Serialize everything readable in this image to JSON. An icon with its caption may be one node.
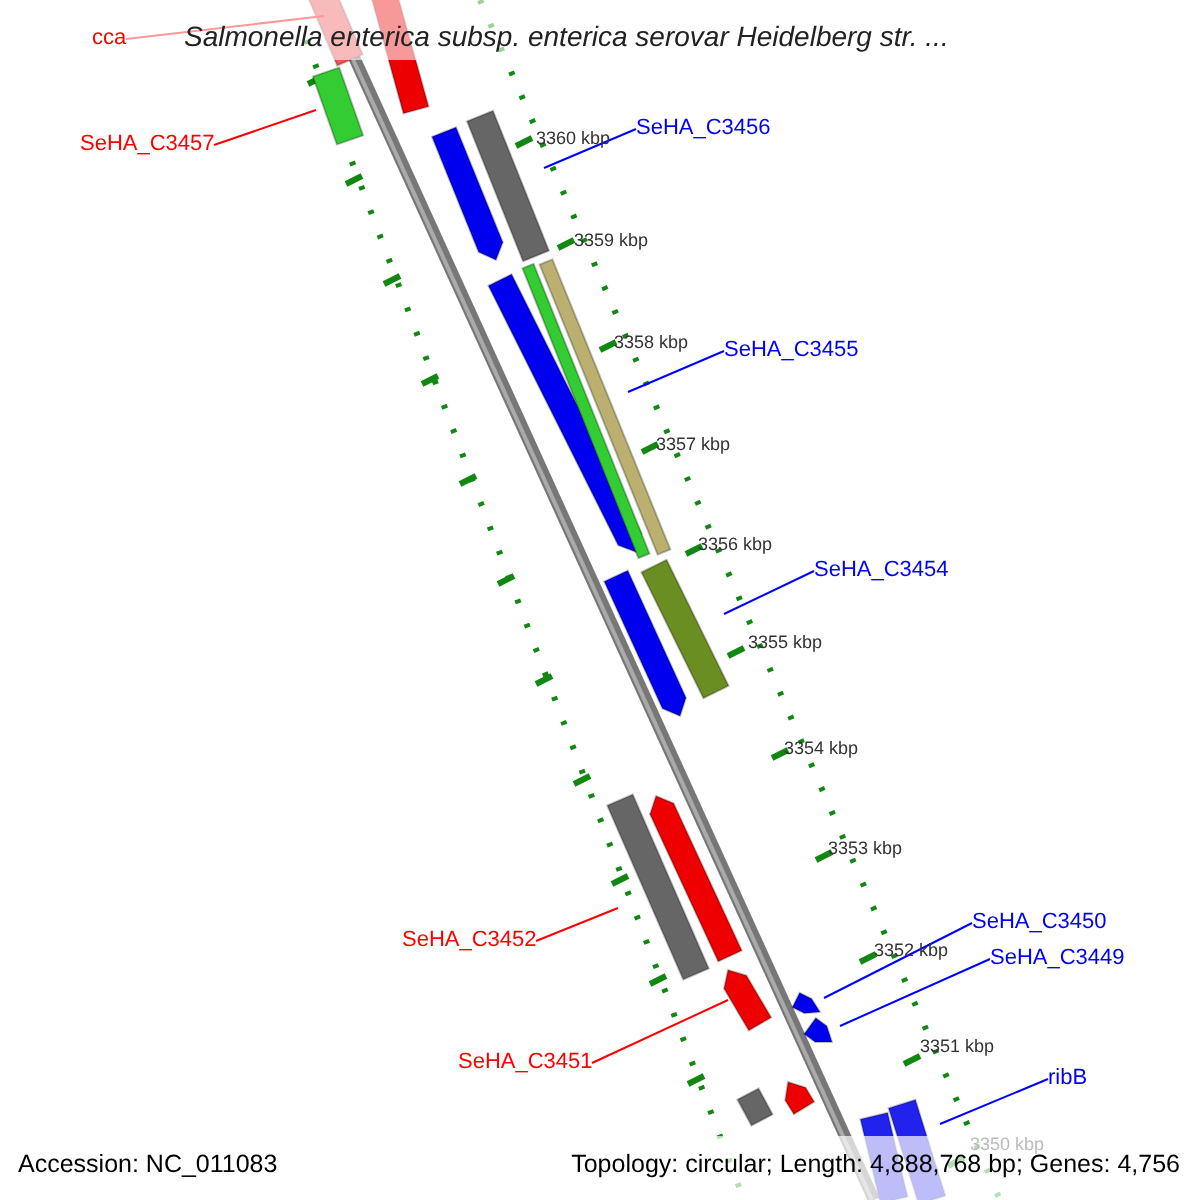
{
  "diagram": {
    "title": "Salmonella enterica subsp. enterica serovar Heidelberg str. ...",
    "nodes": [
      {
        "text": [
          "cca"
        ]
      },
      {
        "text": [
          "SeHA_C3457"
        ]
      },
      {
        "text": [
          "SeHA_C3456"
        ]
      },
      {
        "text": [
          "SeHA_C3455"
        ]
      },
      {
        "text": [
          "SeHA_C3454"
        ]
      },
      {
        "text": [
          "SeHA_C3452"
        ]
      },
      {
        "text": [
          "SeHA_C3451"
        ]
      },
      {
        "text": [
          "SeHA_C3450"
        ]
      },
      {
        "text": [
          "SeHA_C3449"
        ]
      },
      {
        "text": [
          "ribB"
        ]
      },
      {
        "text": [],
        "shape": "bar"
      },
      {
        "text": [],
        "shape": "bar"
      },
      {
        "text": [],
        "shape": "bar"
      },
      {
        "text": [],
        "shape": "bar"
      },
      {
        "text": [],
        "shape": "bar"
      },
      {
        "text": [],
        "shape": "bar"
      },
      {
        "text": [],
        "shape": "bar"
      },
      {
        "text": [],
        "shape": "bar"
      },
      {
        "text": [],
        "shape": "bar"
      },
      {
        "text": [],
        "shape": "bar"
      },
      {
        "text": [],
        "shape": "bar"
      },
      {
        "text": [],
        "shape": "bar"
      },
      {
        "text": [],
        "shape": "bar"
      },
      {
        "text": [],
        "shape": "bar"
      },
      {
        "text": [],
        "shape": "bar"
      },
      {
        "text": [],
        "shape": "bar"
      },
      {
        "text": [],
        "shape": "bar"
      },
      {
        "text": [],
        "shape": "bar"
      },
      {
        "text": [],
        "shape": "bar"
      }
    ],
    "edges": [
      {
        "from": 0,
        "to": 10,
        "arrow": "none",
        "color": "#ff0000"
      },
      {
        "from": 1,
        "to": 11,
        "arrow": "none",
        "color": "#ff0000"
      },
      {
        "from": 2,
        "to": 12,
        "arrow": "none"
      },
      {
        "from": 3,
        "to": 13,
        "arrow": "none"
      },
      {
        "from": 4,
        "to": 14,
        "arrow": "none"
      },
      {
        "from": 5,
        "to": 15,
        "arrow": "none",
        "color": "#ff0000"
      },
      {
        "from": 6,
        "to": 16,
        "arrow": "none",
        "color": "#ff0000"
      },
      {
        "from": 7,
        "to": 17,
        "arrow": "none"
      },
      {
        "from": 8,
        "to": 18,
        "arrow": "none"
      },
      {
        "from": 9,
        "to": 19,
        "arrow": "none"
      }
    ],
    "labels": [
      "3360 kbp",
      "3359 kbp",
      "3358 kbp",
      "3357 kbp",
      "3356 kbp",
      "3355 kbp",
      "3354 kbp",
      "3353 kbp",
      "3352 kbp",
      "3351 kbp",
      "3350 kbp",
      "Accession: NC_011083",
      "Topology: circular; Length: 4,888,768 bp; Genes: 4,756"
    ]
  }
}
